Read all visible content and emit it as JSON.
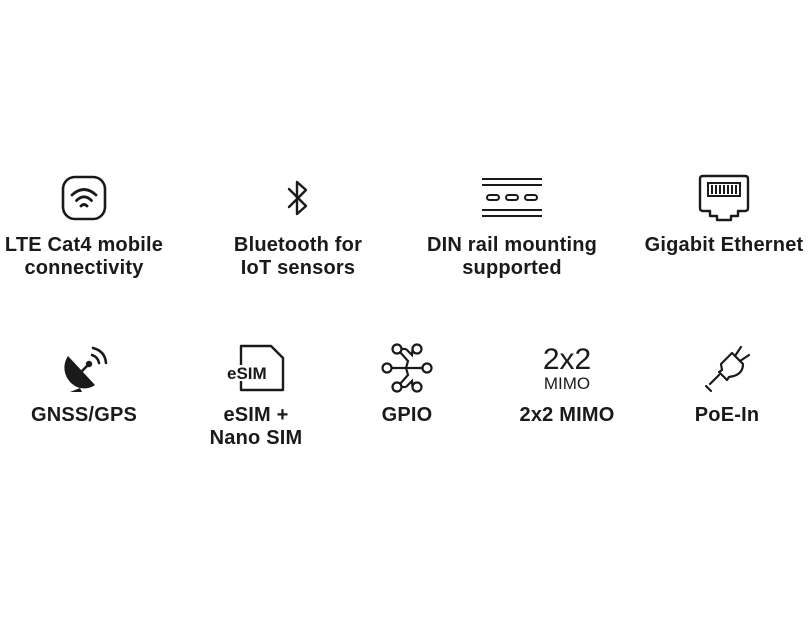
{
  "colors": {
    "text": "#1a1a1a",
    "icon": "#1a1a1a",
    "background": "#ffffff"
  },
  "features": [
    {
      "icon": "wifi-signal-icon",
      "label": "LTE Cat4 mobile\nconnectivity"
    },
    {
      "icon": "bluetooth-icon",
      "label": "Bluetooth for\nIoT sensors"
    },
    {
      "icon": "din-rail-icon",
      "label": "DIN rail mounting\nsupported"
    },
    {
      "icon": "ethernet-port-icon",
      "label": "Gigabit Ethernet"
    },
    {
      "icon": "satellite-dish-icon",
      "label": "GNSS/GPS"
    },
    {
      "icon": "esim-card-icon",
      "icon_text": "eSIM",
      "label": "eSIM +\nNano SIM"
    },
    {
      "icon": "gpio-circuit-icon",
      "label": "GPIO"
    },
    {
      "icon": "mimo-icon",
      "icon_text_top": "2x2",
      "icon_text_bottom": "MIMO",
      "label": "2x2 MIMO"
    },
    {
      "icon": "power-plug-icon",
      "label": "PoE-In"
    }
  ]
}
